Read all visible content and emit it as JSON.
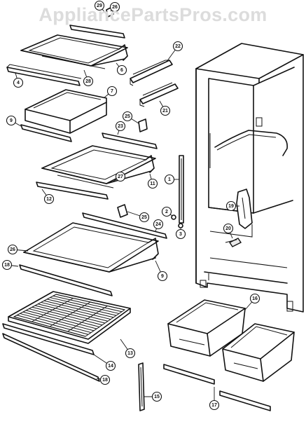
{
  "watermark": "AppliancePartsPros.com",
  "callouts": [
    "29",
    "26",
    "22",
    "4",
    "28",
    "6",
    "7",
    "9",
    "25",
    "21",
    "23",
    "11",
    "27",
    "12",
    "1",
    "2",
    "3",
    "24",
    "25",
    "26",
    "19",
    "20",
    "18",
    "9",
    "13",
    "14",
    "18",
    "15",
    "16",
    "17"
  ]
}
